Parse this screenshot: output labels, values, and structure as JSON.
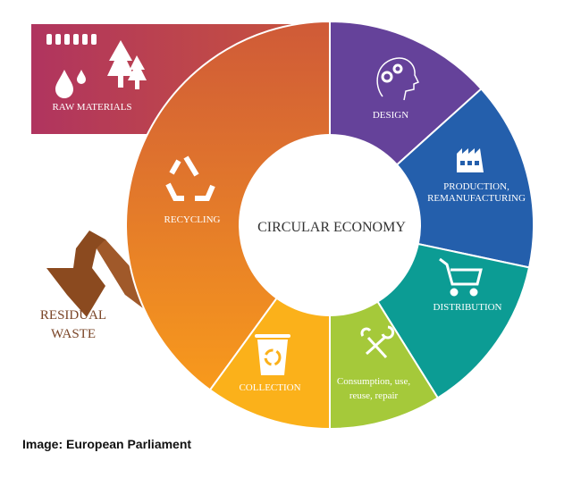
{
  "title": "CIRCULAR ECONOMY",
  "caption": "Image: European Parliament",
  "stages": {
    "raw_materials": {
      "label": "RAW MATERIALS",
      "color": "#b8405a",
      "icon": "water-drops-trees-icon"
    },
    "design": {
      "label": "DESIGN",
      "color": "#65429a",
      "icon": "head-gears-icon"
    },
    "production": {
      "label1": "PRODUCTION,",
      "label2": "REMANUFACTURING",
      "color": "#245fac",
      "icon": "factory-icon"
    },
    "distribution": {
      "label": "DISTRIBUTION",
      "color": "#0c9c94",
      "icon": "shopping-cart-icon"
    },
    "consumption": {
      "label1": "Consumption, use,",
      "label2": "reuse, repair",
      "color": "#a5c93a",
      "icon": "tools-icon"
    },
    "collection": {
      "label": "COLLECTION",
      "color": "#fbb11a",
      "icon": "recycle-bin-icon"
    },
    "recycling": {
      "label": "RECYCLING",
      "color": "#ee7a24",
      "icon": "recycle-icon"
    }
  },
  "residual_waste": {
    "line1": "RESIDUAL",
    "line2": "WASTE",
    "color": "#8b4a1f"
  }
}
